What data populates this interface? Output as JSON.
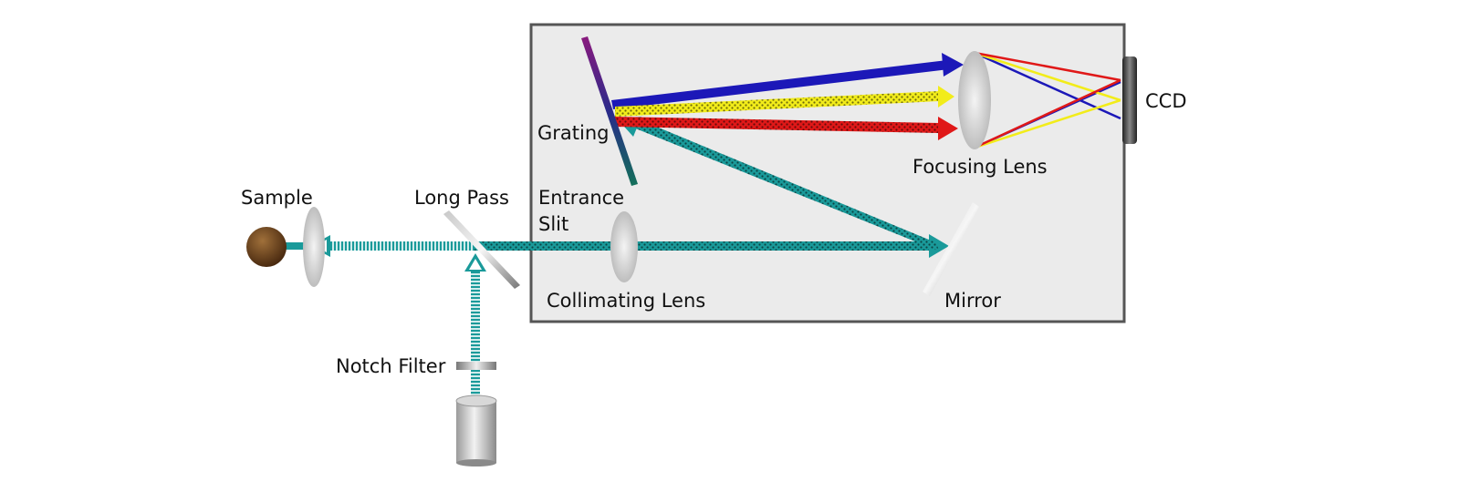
{
  "labels": {
    "sample": "Sample",
    "long_pass": "Long Pass",
    "entrance_line1": "Entrance",
    "entrance_line2": "Slit",
    "grating": "Grating",
    "focusing_lens": "Focusing Lens",
    "ccd": "CCD",
    "collimating_lens": "Collimating Lens",
    "mirror": "Mirror",
    "notch_filter": "Notch Filter"
  },
  "colors": {
    "laser_beam": "#1a9a9a",
    "dispersed_blue": "#1c18b8",
    "dispersed_yellow": "#f2ec1a",
    "dispersed_red": "#e01818",
    "sample": "#5a3418",
    "spectrometer_box": "#ebebeb",
    "box_border": "#555555",
    "grating_top": "#8a1a7e",
    "grating_bottom": "#13705a"
  }
}
